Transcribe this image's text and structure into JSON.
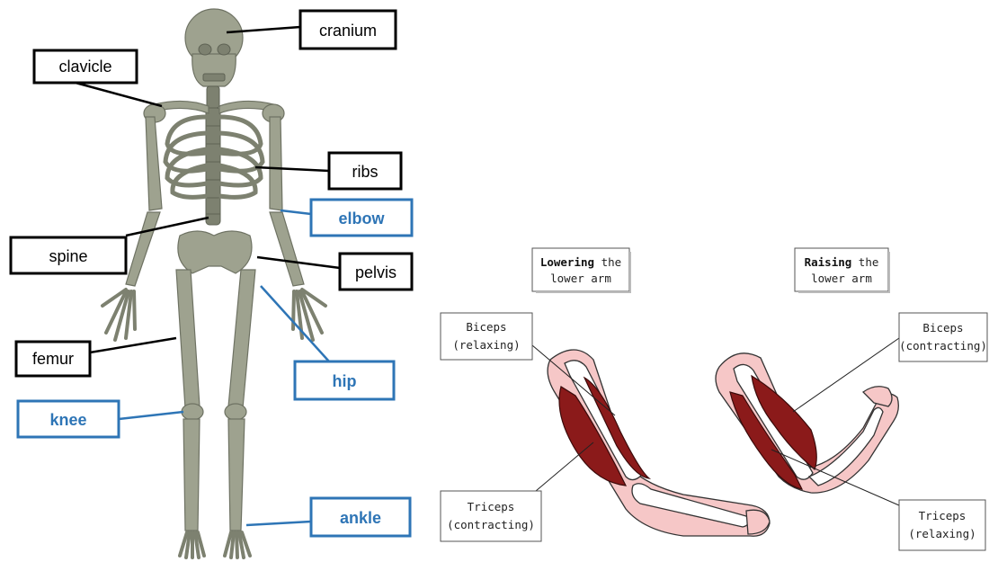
{
  "skeleton": {
    "labels": {
      "cranium": "cranium",
      "clavicle": "clavicle",
      "ribs": "ribs",
      "elbow": "elbow",
      "spine": "spine",
      "pelvis": "pelvis",
      "femur": "femur",
      "hip": "hip",
      "knee": "knee",
      "ankle": "ankle"
    },
    "colors": {
      "black_label": "#000000",
      "blue_label": "#2e75b6",
      "bone": "#9ea28f"
    }
  },
  "arm_diagram": {
    "lowering": {
      "bold": "Lowering",
      "rest": " the",
      "line2": "lower arm"
    },
    "raising": {
      "bold": "Raising",
      "rest": " the",
      "line2": "lower arm"
    },
    "left_biceps": {
      "line1": "Biceps",
      "line2": "(relaxing)"
    },
    "left_triceps": {
      "line1": "Triceps",
      "line2": "(contracting)"
    },
    "right_biceps": {
      "line1": "Biceps",
      "line2": "(contracting)"
    },
    "right_triceps": {
      "line1": "Triceps",
      "line2": "(relaxing)"
    },
    "colors": {
      "skin": "#f6c7c7",
      "muscle": "#8b1a1a"
    }
  }
}
